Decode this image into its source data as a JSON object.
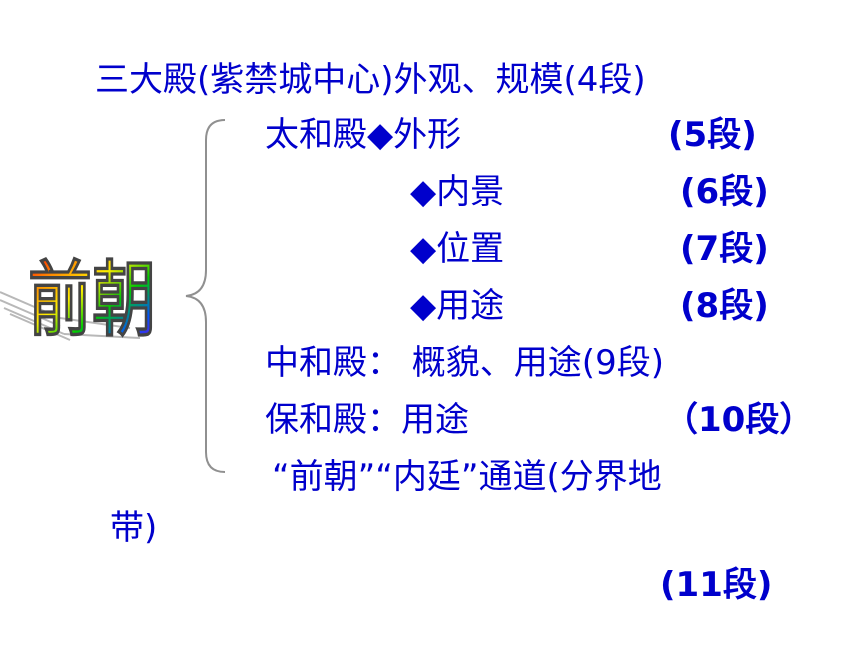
{
  "title": {
    "text": "三大殿(紫禁城中心)外观、规模(4段)"
  },
  "wordart": {
    "text": "前朝",
    "colors": [
      "#ff0000",
      "#ff8800",
      "#ffee00",
      "#00cc00",
      "#0055ff",
      "#8800cc"
    ]
  },
  "rows": [
    {
      "hall": "太和殿",
      "bullet": "◆",
      "desc": "外形",
      "para": "(5段)"
    },
    {
      "bullet": "◆",
      "desc": "内景",
      "para": "(6段)"
    },
    {
      "bullet": "◆",
      "desc": "位置",
      "para": "(7段)"
    },
    {
      "bullet": "◆",
      "desc": "用途",
      "para": "(8段)"
    }
  ],
  "zhonghe": {
    "text": "中和殿：  概貌、用途(9段)"
  },
  "baohe": {
    "label": "保和殿：用途",
    "para": "（10段）"
  },
  "passage": {
    "line1": "“前朝”“内廷”通道(分界地",
    "line2": "带)",
    "para": "(11段)"
  }
}
